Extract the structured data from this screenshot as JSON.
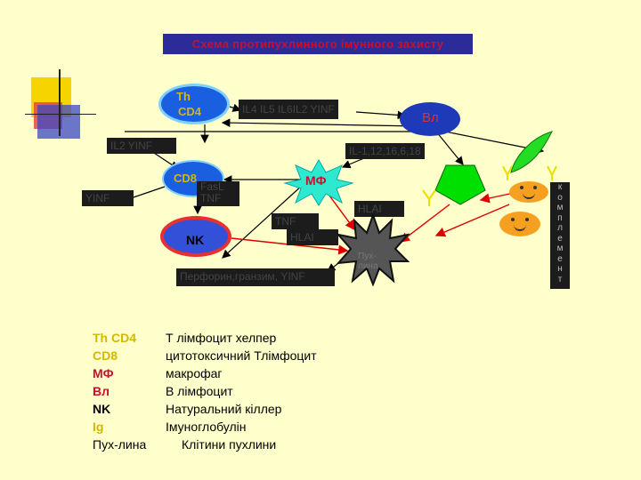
{
  "title": "Схема протипухлинного імунного захисту",
  "nodes": {
    "th": "Th",
    "cd4": "CD4",
    "vl": "Вл",
    "cd8": "CD8",
    "mf": "МФ",
    "nk": "NK",
    "tumor": "Пух-лина"
  },
  "labels": {
    "il4": "IL4 IL5 IL6IL2 YINF",
    "il2": "IL2 YINF",
    "il1": "IL-1,12,16,6,18",
    "yinf": "YINF",
    "fasl": "FasL\nTNF",
    "tnf": "TNF",
    "hlai_left": "HLAI",
    "hlai_right": "HLAI",
    "perforin": "Перфорин,гранзим, YINF"
  },
  "complement_text": "к\nо\nм\nп\nл\nе\nм\nе\nн\nт",
  "legend": [
    {
      "key": "Th CD4",
      "value": "Т лімфоцит хелпер",
      "color": "#d4b800"
    },
    {
      "key": "CD8",
      "value": "цитотоксичний Тлімфоцит",
      "color": "#d4b800"
    },
    {
      "key": "МФ",
      "value": "макрофаг",
      "color": "#c8102e"
    },
    {
      "key": "Вл",
      "value": "В лімфоцит",
      "color": "#c8102e"
    },
    {
      "key": "NK",
      "value": "Натуральний кіллер",
      "color": "#000000"
    },
    {
      "key": "Ig",
      "value": "Імуноглобулін",
      "color": "#d4b800"
    },
    {
      "key": "Пух-лина",
      "value": "Клітини пухлини",
      "color": "#000000"
    }
  ]
}
